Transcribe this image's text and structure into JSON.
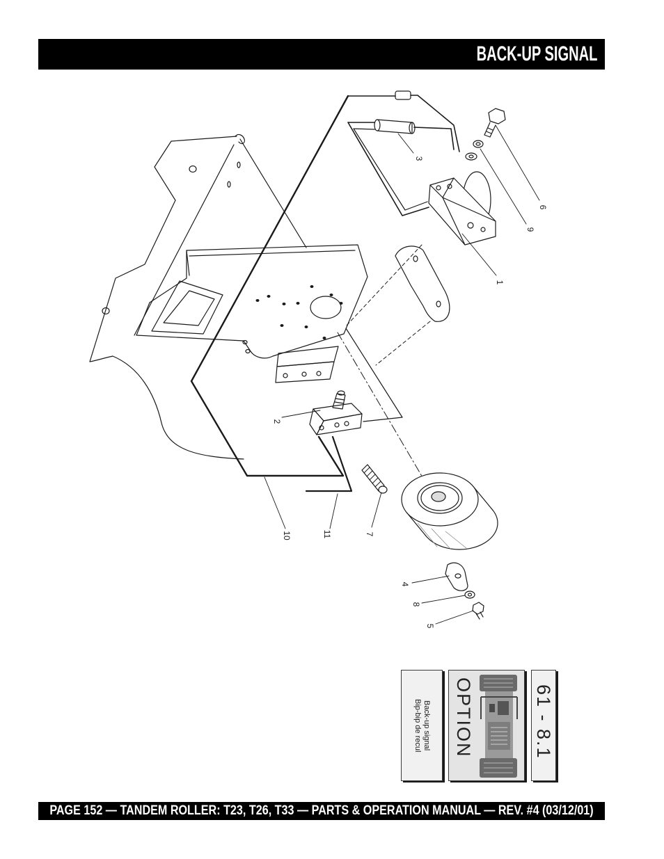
{
  "header": {
    "title": "BACK-UP SIGNAL"
  },
  "diagram": {
    "callouts": [
      "3",
      "6",
      "9",
      "1",
      "2",
      "10",
      "11",
      "7",
      "4",
      "8",
      "5"
    ]
  },
  "option_box": {
    "description_en": "Back-up signal",
    "description_fr": "Bip-bip de recul",
    "option_label": "OPTION",
    "kit_number": "61 - 8.1"
  },
  "footer": {
    "text": "PAGE 152 — TANDEM ROLLER: T23, T26, T33 — PARTS & OPERATION MANUAL — REV. #4 (03/12/01)"
  },
  "colors": {
    "bar": "#000000",
    "bar_text": "#ffffff",
    "line": "#1a1a1a",
    "panel": "#f1f1f1"
  }
}
